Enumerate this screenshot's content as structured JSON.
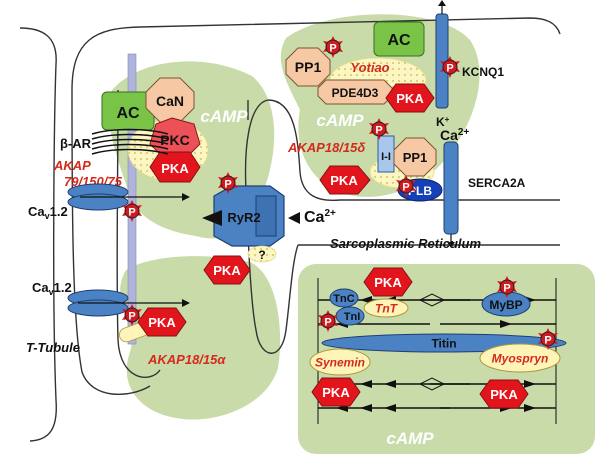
{
  "cell": {
    "t_tubule_label": "T-Tubule",
    "sr_label": "Sarcoplasmic Reticulum"
  },
  "camp_labels": {
    "left": "cAMP",
    "top_right": "cAMP",
    "sarcomere": "cAMP"
  },
  "receptor_complex": {
    "ac": "AC",
    "can": "CaN",
    "pkc": "PKC",
    "pka": "PKA",
    "beta_ar": "β-AR",
    "akap_line1": "AKAP",
    "akap_line2": "79/150/75",
    "cav_prefix": "Ca",
    "cav_sub": "v",
    "cav_suffix": "1.2",
    "p": "P"
  },
  "kcnq1_complex": {
    "ac": "AC",
    "pp1": "PP1",
    "yotiao": "Yotiao",
    "pde": "PDE4D3",
    "pka": "PKA",
    "kcnq1": "KCNQ1",
    "k_ion": "K",
    "k_sup": "+",
    "p": "P"
  },
  "serca_complex": {
    "ca_ion": "Ca",
    "ca_sup": "2+",
    "akap": "AKAP18/15δ",
    "inhibitor": "I-I",
    "pp1": "PP1",
    "pka": "PKA",
    "plb": "PLB",
    "serca": "SERCA2A",
    "p": "P"
  },
  "ryr_complex": {
    "ryr": "RyR2",
    "question": "?",
    "pka": "PKA",
    "ca_ion": "Ca",
    "ca_sup": "2+",
    "p": "P"
  },
  "lower_channel": {
    "cav_prefix": "Ca",
    "cav_sub": "v",
    "cav_suffix": "1.2",
    "pka": "PKA",
    "akap": "AKAP18/15α",
    "p": "P"
  },
  "sarcomere": {
    "pka_top": "PKA",
    "tnc": "TnC",
    "tni": "TnI",
    "tnt": "TnT",
    "mybp": "MyBP",
    "titin": "Titin",
    "synemin": "Synemin",
    "myospryn": "Myospryn",
    "pka_left": "PKA",
    "pka_right": "PKA",
    "p": "P"
  },
  "colors": {
    "pka_red": "#e3151c",
    "akap_red": "#d42a1c",
    "ac_green": "#79c447",
    "protein_blue": "#4b82c4",
    "dark_blue": "#1540b8",
    "camp_green": "#c9dba9",
    "peach": "#f6c9a4",
    "yellow": "#fff4b8",
    "pkc_red": "#ec5158"
  }
}
